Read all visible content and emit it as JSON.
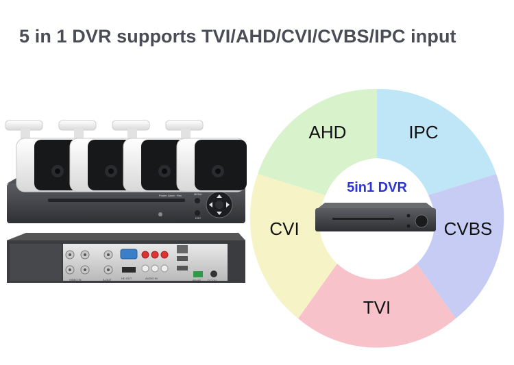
{
  "headline": "5 in 1 DVR supports TVI/AHD/CVI/CVBS/IPC input",
  "dvr_center_label": "5in1 DVR",
  "segments": [
    {
      "label": "IPC",
      "color": "#bfe6f7"
    },
    {
      "label": "CVBS",
      "color": "#c6ccf4"
    },
    {
      "label": "TVI",
      "color": "#f8c2cb"
    },
    {
      "label": "CVI",
      "color": "#f6f4c6"
    },
    {
      "label": "AHD",
      "color": "#d8f2cc"
    }
  ],
  "dvr_front_labels": {
    "power": "Power",
    "alarm": "Alarm",
    "rec": "Rec",
    "menu": "MENU",
    "esc": "ESC"
  },
  "dvr_rear_labels": {
    "video_in": "VIDEO IN",
    "a_out": "A-OUT",
    "hd_out": "HD OUT",
    "audio_in": "AUDIO IN",
    "rs485": "RS485",
    "dc12v": "DC12V"
  },
  "colors": {
    "headline": "#4a4c56",
    "center_label": "#2b34d6",
    "dvr_body": "#3a3c40"
  }
}
